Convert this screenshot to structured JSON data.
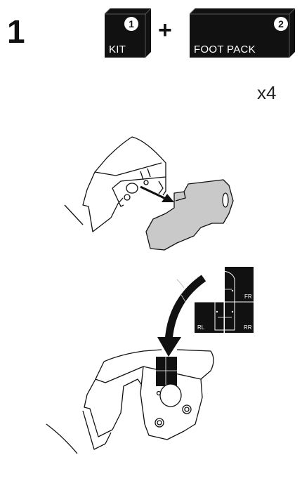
{
  "step": {
    "number": "1"
  },
  "boxes": [
    {
      "badge": "1",
      "label": "KIT"
    },
    {
      "badge": "2",
      "label": "FOOT PACK"
    }
  ],
  "plus_sign": "+",
  "quantity": "x4",
  "position_map": {
    "fr": "FR",
    "rl": "RL",
    "rr": "RR"
  },
  "colors": {
    "ink": "#111111",
    "part_fill": "#c9c9c9",
    "paper": "#ffffff"
  }
}
